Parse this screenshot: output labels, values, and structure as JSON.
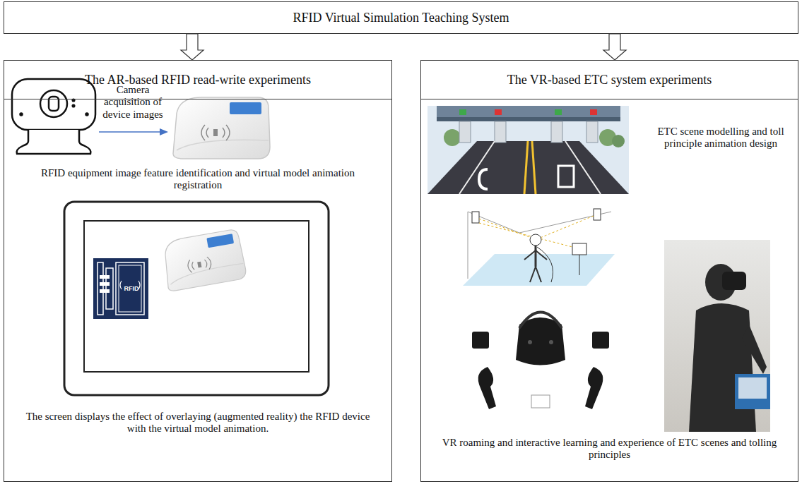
{
  "diagram": {
    "nodes": [
      {
        "text": [
          "RFID Virtual Simulation Teaching System"
        ]
      },
      {
        "text": [
          "The AR-based RFID read-write experiments",
          "RFID equipment image feature identification and virtual model animation registration",
          "The screen displays the effect of overlaying (augmented reality) the RFID device with the virtual model animation."
        ]
      },
      {
        "text": [
          "The VR-based ETC system experiments",
          "ETC scene modelling and toll principle animation design",
          "VR roaming and interactive learning and experience of ETC scenes and tolling principles"
        ]
      }
    ],
    "edges": [
      {
        "from": 0,
        "to": 1,
        "arrow": "to"
      },
      {
        "from": 0,
        "to": 2,
        "arrow": "to"
      }
    ],
    "labels": [
      "Camera acquisition of device images",
      "RFID"
    ]
  }
}
